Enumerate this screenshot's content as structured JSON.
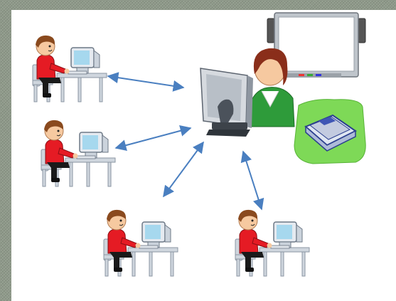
{
  "diagram": {
    "type": "network-topology",
    "center": {
      "role": "teacher-workstation",
      "icon": "teacher-at-computer-icon"
    },
    "peripherals": [
      {
        "role": "interactive-whiteboard",
        "icon": "whiteboard-icon"
      },
      {
        "role": "scanner",
        "icon": "scanner-icon"
      }
    ],
    "nodes": [
      {
        "role": "student-workstation",
        "icon": "student-at-computer-icon"
      },
      {
        "role": "student-workstation",
        "icon": "student-at-computer-icon"
      },
      {
        "role": "student-workstation",
        "icon": "student-at-computer-icon"
      },
      {
        "role": "student-workstation",
        "icon": "student-at-computer-icon"
      }
    ],
    "connections": [
      "bidirectional",
      "bidirectional",
      "bidirectional",
      "bidirectional"
    ]
  },
  "colors": {
    "frame": "#8f9a8a",
    "background": "#ffffff",
    "arrow": "#4a7fc0",
    "student_shirt": "#e51b24",
    "teacher_shirt": "#2e9b3a",
    "teacher_hair": "#8a2e1a",
    "scanner_background": "#7ed957"
  }
}
